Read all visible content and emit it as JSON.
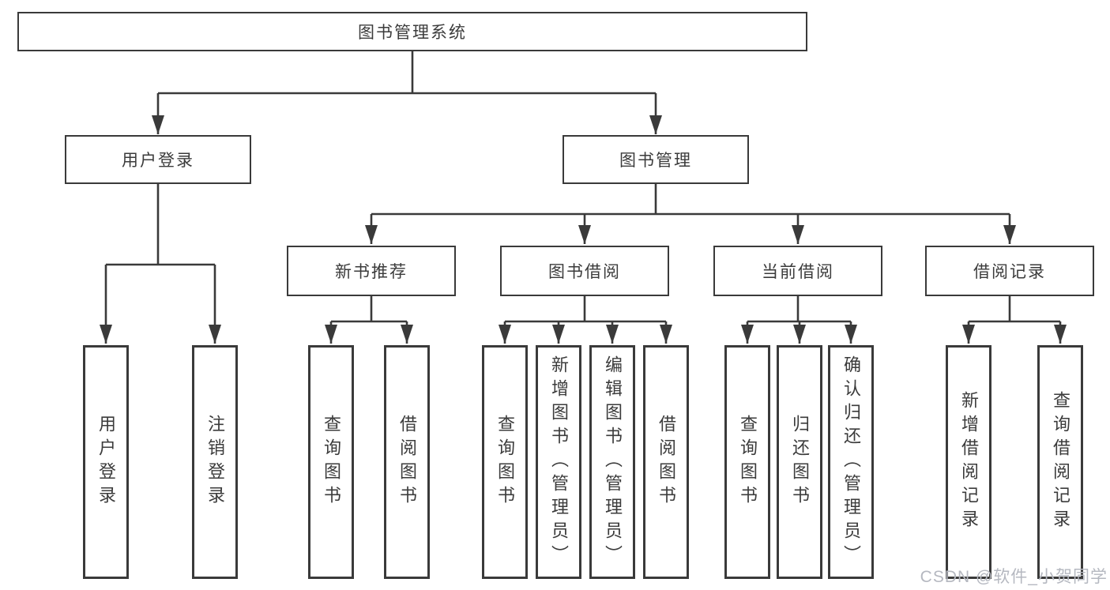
{
  "diagram": {
    "root": {
      "label": "图书管理系统"
    },
    "level2": [
      {
        "label": "用户登录"
      },
      {
        "label": "图书管理"
      }
    ],
    "level3": [
      {
        "label": "新书推荐"
      },
      {
        "label": "图书借阅"
      },
      {
        "label": "当前借阅"
      },
      {
        "label": "借阅记录"
      }
    ],
    "leaves": [
      {
        "group": "用户登录",
        "label": "用户登录"
      },
      {
        "group": "用户登录",
        "label": "注销登录"
      },
      {
        "group": "新书推荐",
        "label": "查询图书"
      },
      {
        "group": "新书推荐",
        "label": "借阅图书"
      },
      {
        "group": "图书借阅",
        "label": "查询图书"
      },
      {
        "group": "图书借阅",
        "label": "新增图书（管理员）"
      },
      {
        "group": "图书借阅",
        "label": "编辑图书（管理员）"
      },
      {
        "group": "图书借阅",
        "label": "借阅图书"
      },
      {
        "group": "当前借阅",
        "label": "查询图书"
      },
      {
        "group": "当前借阅",
        "label": "归还图书"
      },
      {
        "group": "当前借阅",
        "label": "确认归还（管理员）"
      },
      {
        "group": "借阅记录",
        "label": "新增借阅记录"
      },
      {
        "group": "借阅记录",
        "label": "查询借阅记录"
      }
    ],
    "watermark": "CSDN @软件_小贺同学",
    "colors": {
      "line": "#3a3a3a",
      "text": "#3b3b3b",
      "box_background": "#ffffff",
      "watermark": "#b5b8c0"
    }
  }
}
